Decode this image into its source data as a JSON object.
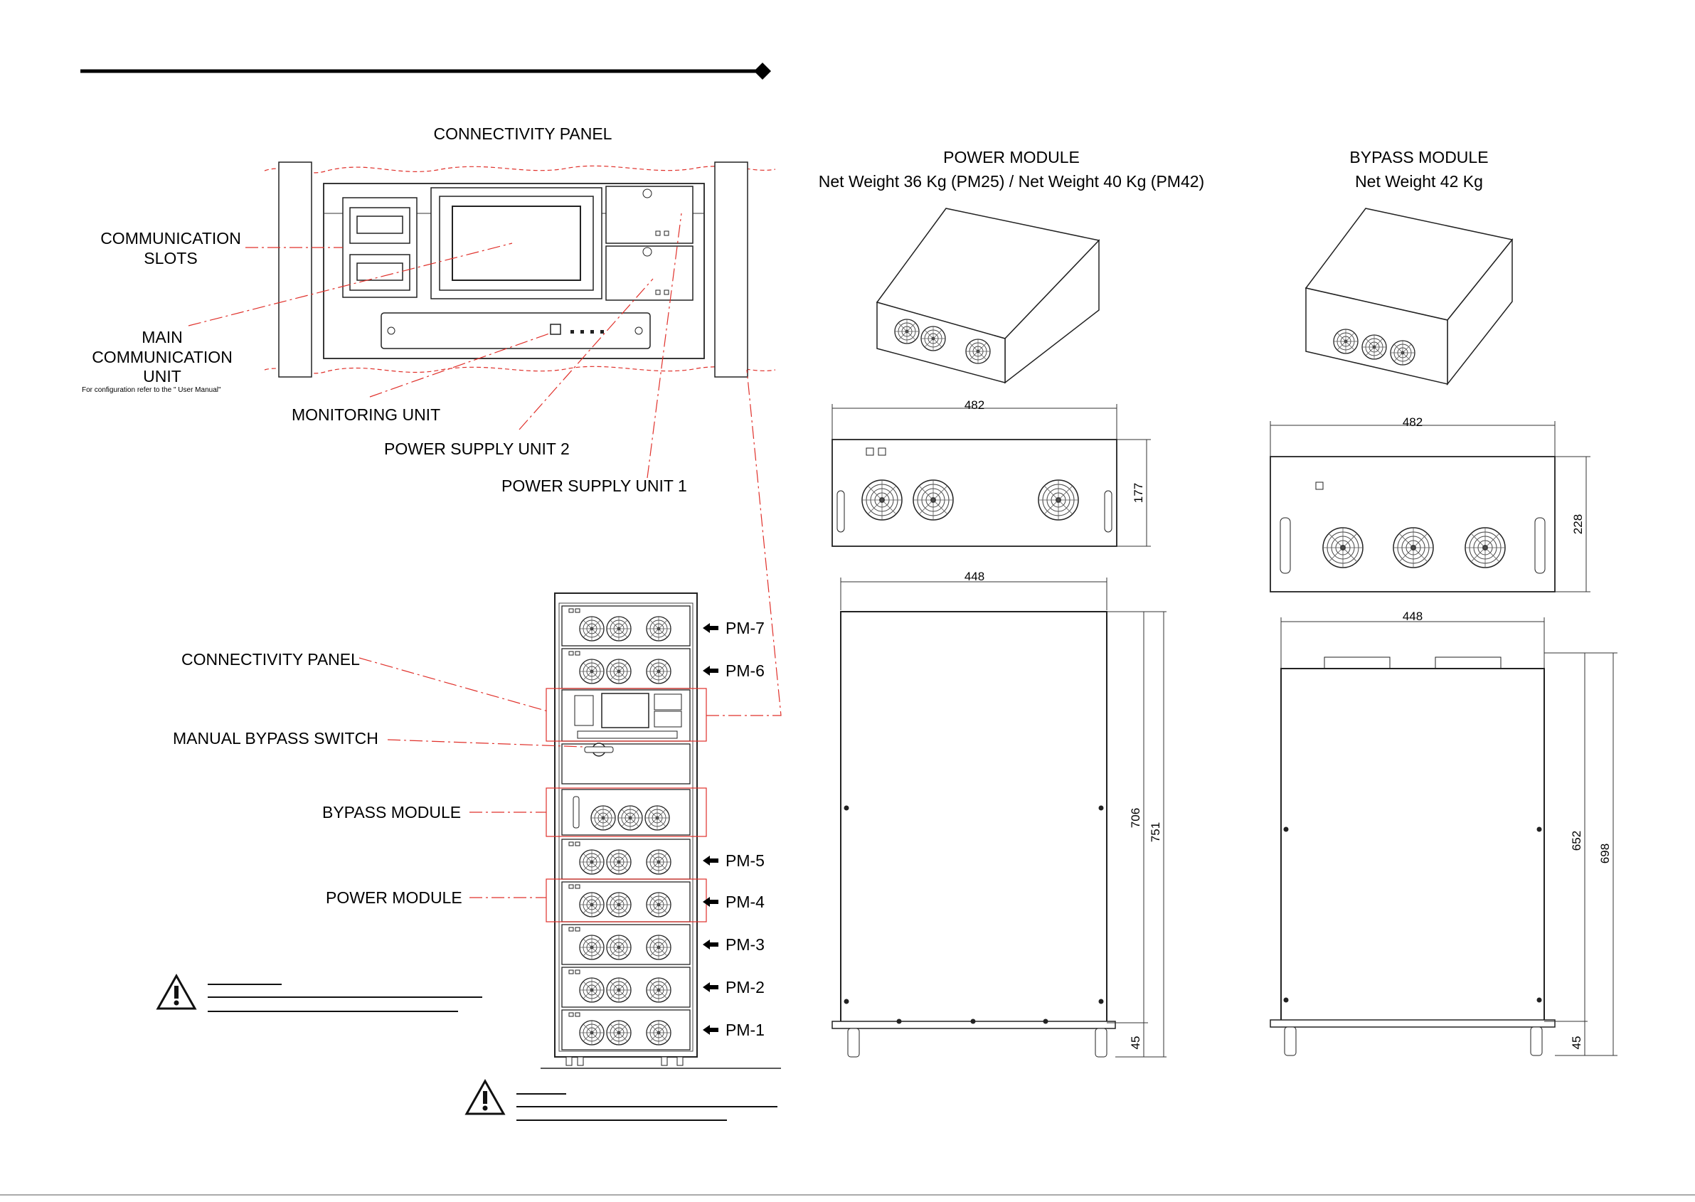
{
  "left_panel": {
    "top_title": "CONNECTIVITY PANEL",
    "callouts": {
      "communication_slots": [
        "COMMUNICATION",
        "SLOTS"
      ],
      "main_comm_unit": [
        "MAIN",
        "COMMUNICATION",
        "UNIT"
      ],
      "main_comm_note": "For configuration refer to the \" User Manual\"",
      "monitoring_unit": "MONITORING UNIT",
      "psu2": "POWER SUPPLY UNIT 2",
      "psu1": "POWER SUPPLY UNIT 1"
    },
    "cabinet_labels": {
      "connectivity_panel": "CONNECTIVITY PANEL",
      "manual_bypass_switch": "MANUAL BYPASS SWITCH",
      "bypass_module": "BYPASS MODULE",
      "power_module": "POWER MODULE"
    },
    "pm_slots": [
      "PM-7",
      "PM-6",
      "PM-5",
      "PM-4",
      "PM-3",
      "PM-2",
      "PM-1"
    ]
  },
  "power_module": {
    "title": "POWER MODULE",
    "weight": "Net Weight 36 Kg (PM25) / Net Weight 40 Kg (PM42)",
    "front_width": "482",
    "front_height": "177",
    "top_width": "448",
    "depth_inner": "706",
    "depth_total": "751",
    "handle_depth": "45"
  },
  "bypass_module": {
    "title": "BYPASS MODULE",
    "weight": "Net Weight 42 Kg",
    "front_width": "482",
    "front_height": "228",
    "top_width": "448",
    "depth_inner": "652",
    "depth_total": "698",
    "handle_depth": "45"
  },
  "colors": {
    "line": "#000000",
    "callout_red": "#e0302a"
  }
}
